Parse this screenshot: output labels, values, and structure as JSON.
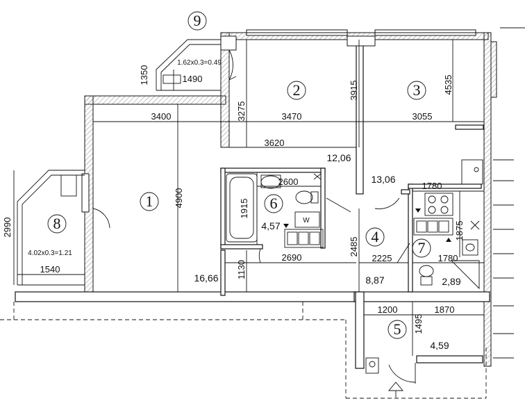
{
  "rooms": [
    {
      "num": "1"
    },
    {
      "num": "2"
    },
    {
      "num": "3"
    },
    {
      "num": "4"
    },
    {
      "num": "5"
    },
    {
      "num": "6"
    },
    {
      "num": "7"
    },
    {
      "num": "8"
    },
    {
      "num": "9"
    }
  ],
  "dimensions": {
    "d3400": "3400",
    "d3470": "3470",
    "d3055": "3055",
    "d3620": "3620",
    "d4900": "4900",
    "d3275": "3275",
    "d3915": "3915",
    "d4535": "4535",
    "d1350": "1350",
    "d1490": "1490",
    "d2990": "2990",
    "d1540": "1540",
    "d2600": "2600",
    "d1915": "1915",
    "d2690": "2690",
    "d1130": "1130",
    "d2485": "2485",
    "d2225": "2225",
    "d1780a": "1780",
    "d1875": "1875",
    "d1780b": "1780",
    "d1200": "1200",
    "d1870": "1870",
    "d1495": "1495"
  },
  "areas": {
    "a12_06": "12,06",
    "a13_06": "13,06",
    "a4_57": "4,57",
    "a16_66": "16,66",
    "a8_87": "8,87",
    "a2_89": "2,89",
    "a4_59": "4,59"
  },
  "formulas": {
    "balcony9": "1.62x0.3=0.49",
    "balcony8": "4.02x0.3=1.21"
  },
  "appliance": {
    "washer": "W"
  }
}
